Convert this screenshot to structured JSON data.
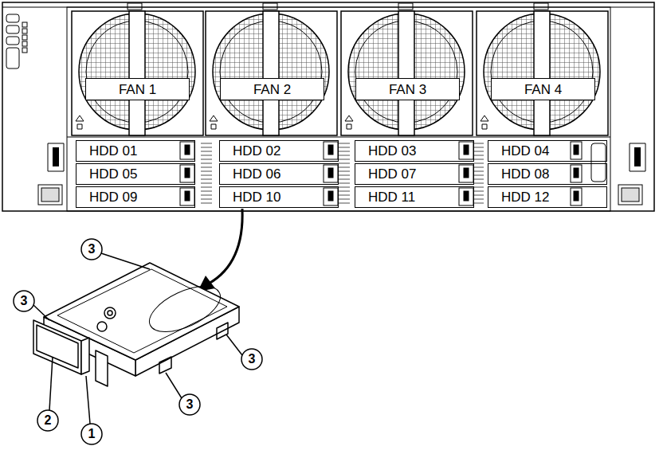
{
  "diagram": {
    "nodes": [
      {
        "text": [
          "FAN 1"
        ]
      },
      {
        "text": [
          "FAN 2"
        ]
      },
      {
        "text": [
          "FAN 3"
        ]
      },
      {
        "text": [
          "FAN 4"
        ]
      },
      {
        "text": [
          "HDD 01"
        ]
      },
      {
        "text": [
          "HDD 02"
        ]
      },
      {
        "text": [
          "HDD 03"
        ]
      },
      {
        "text": [
          "HDD 04"
        ]
      },
      {
        "text": [
          "HDD 05"
        ]
      },
      {
        "text": [
          "HDD 06"
        ]
      },
      {
        "text": [
          "HDD 07"
        ]
      },
      {
        "text": [
          "HDD 08"
        ]
      },
      {
        "text": [
          "HDD 09"
        ]
      },
      {
        "text": [
          "HDD 10"
        ]
      },
      {
        "text": [
          "HDD 11"
        ]
      },
      {
        "text": [
          "HDD 12"
        ]
      }
    ],
    "labels": [
      "3",
      "3",
      "3",
      "3",
      "2",
      "1"
    ]
  }
}
